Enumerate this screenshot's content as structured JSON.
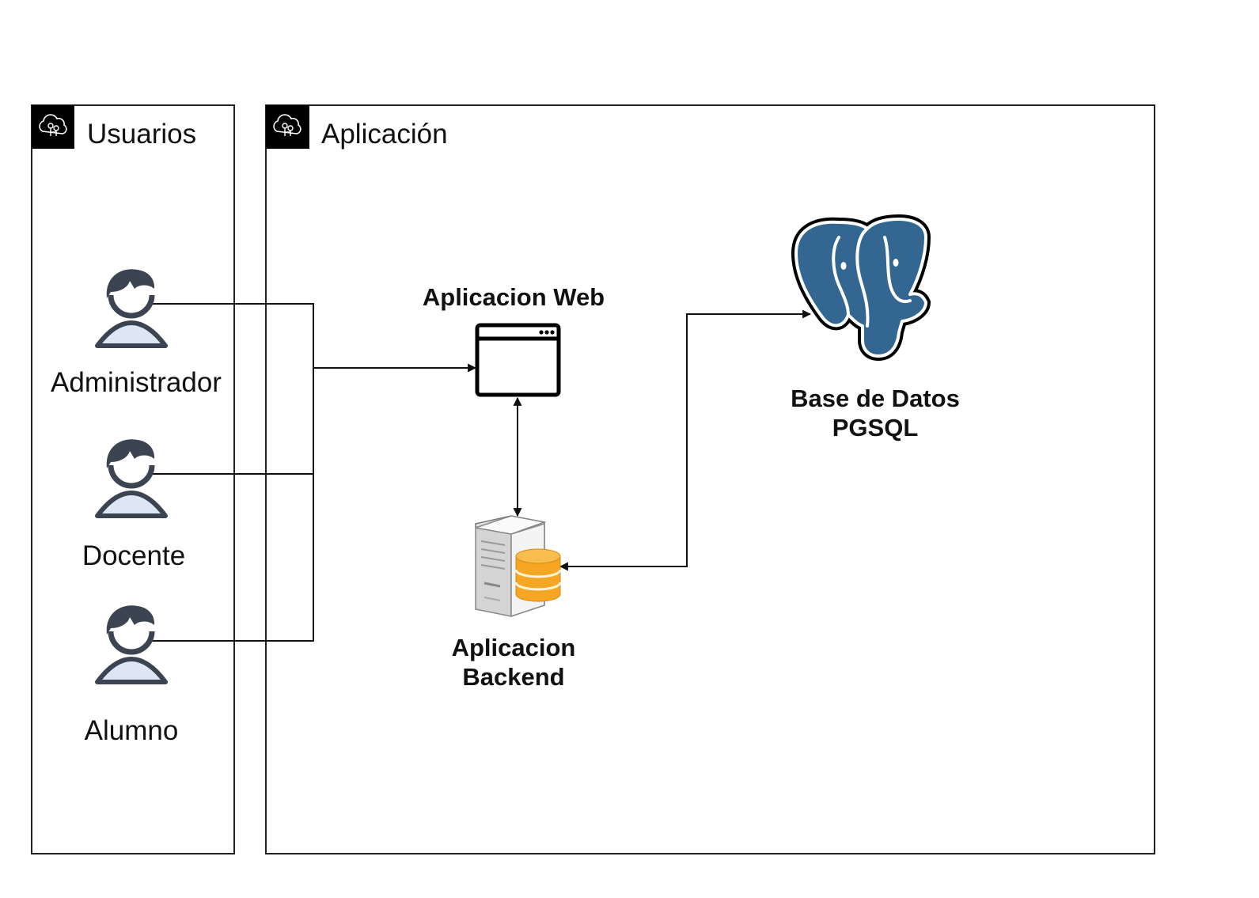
{
  "groups": {
    "users": {
      "title": "Usuarios",
      "icon": "cloud-tree-icon"
    },
    "app": {
      "title": "Aplicación",
      "icon": "cloud-tree-icon"
    }
  },
  "actors": [
    {
      "label": "Administrador",
      "icon": "user-icon"
    },
    {
      "label": "Docente",
      "icon": "user-icon"
    },
    {
      "label": "Alumno",
      "icon": "user-icon"
    }
  ],
  "components": {
    "web": {
      "label": "Aplicacion Web",
      "icon": "browser-window-icon"
    },
    "backend": {
      "line1": "Aplicacion",
      "line2": "Backend",
      "icon": "server-database-icon"
    },
    "database": {
      "line1": "Base de Datos",
      "line2": "PGSQL",
      "icon": "postgresql-elephant-icon"
    }
  },
  "colors": {
    "group_icon_bg": "#000000",
    "user_head": "#3d4451",
    "user_body": "#dde6f4",
    "postgres_blue": "#336791",
    "db_orange": "#f5a623",
    "server_gray": "#d9d9d9"
  }
}
